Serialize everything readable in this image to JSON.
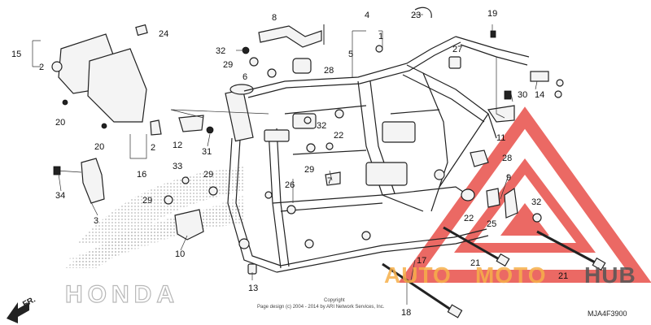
{
  "diagram": {
    "callouts": [
      "1",
      "2",
      "2",
      "3",
      "4",
      "5",
      "6",
      "7",
      "8",
      "9",
      "10",
      "11",
      "12",
      "13",
      "14",
      "15",
      "16",
      "17",
      "18",
      "19",
      "20",
      "20",
      "21",
      "21",
      "22",
      "22",
      "23",
      "24",
      "25",
      "26",
      "27",
      "28",
      "28",
      "29",
      "29",
      "29",
      "29",
      "30",
      "31",
      "32",
      "32",
      "32",
      "33",
      "34"
    ],
    "copyright_line1": "Copyright",
    "copyright_line2": "Page design (c) 2004 - 2014 by ARI Network Services, Inc.",
    "diagram_code": "MJA4F3900",
    "direction_label": "FR.",
    "brand_watermark": "HONDA",
    "site_watermark_parts": [
      "AUTO",
      "MOTO",
      "HUB"
    ],
    "colors": {
      "line": "#222222",
      "watermark_red": "#e8504a",
      "watermark_orange": "#f6b04a",
      "watermark_gray": "#555555",
      "honda_dots": "#b8b8b8"
    }
  }
}
